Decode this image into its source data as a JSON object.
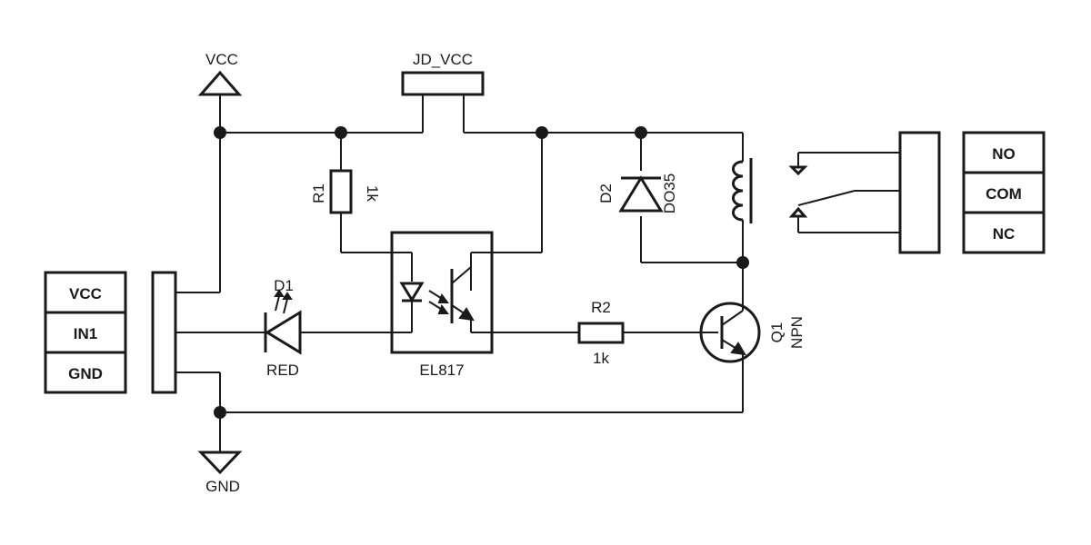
{
  "power": {
    "vcc": "VCC",
    "gnd": "GND",
    "jd_vcc": "JD_VCC"
  },
  "input_connector": {
    "pins": [
      "VCC",
      "IN1",
      "GND"
    ]
  },
  "output_connector": {
    "pins": [
      "NO",
      "COM",
      "NC"
    ]
  },
  "components": {
    "r1": {
      "ref": "R1",
      "value": "1k"
    },
    "r2": {
      "ref": "R2",
      "value": "1k"
    },
    "d1": {
      "ref": "D1",
      "value": "RED"
    },
    "d2": {
      "ref": "D2",
      "value": "DO35"
    },
    "u1": {
      "value": "EL817"
    },
    "q1": {
      "ref": "Q1",
      "value": "NPN"
    }
  }
}
